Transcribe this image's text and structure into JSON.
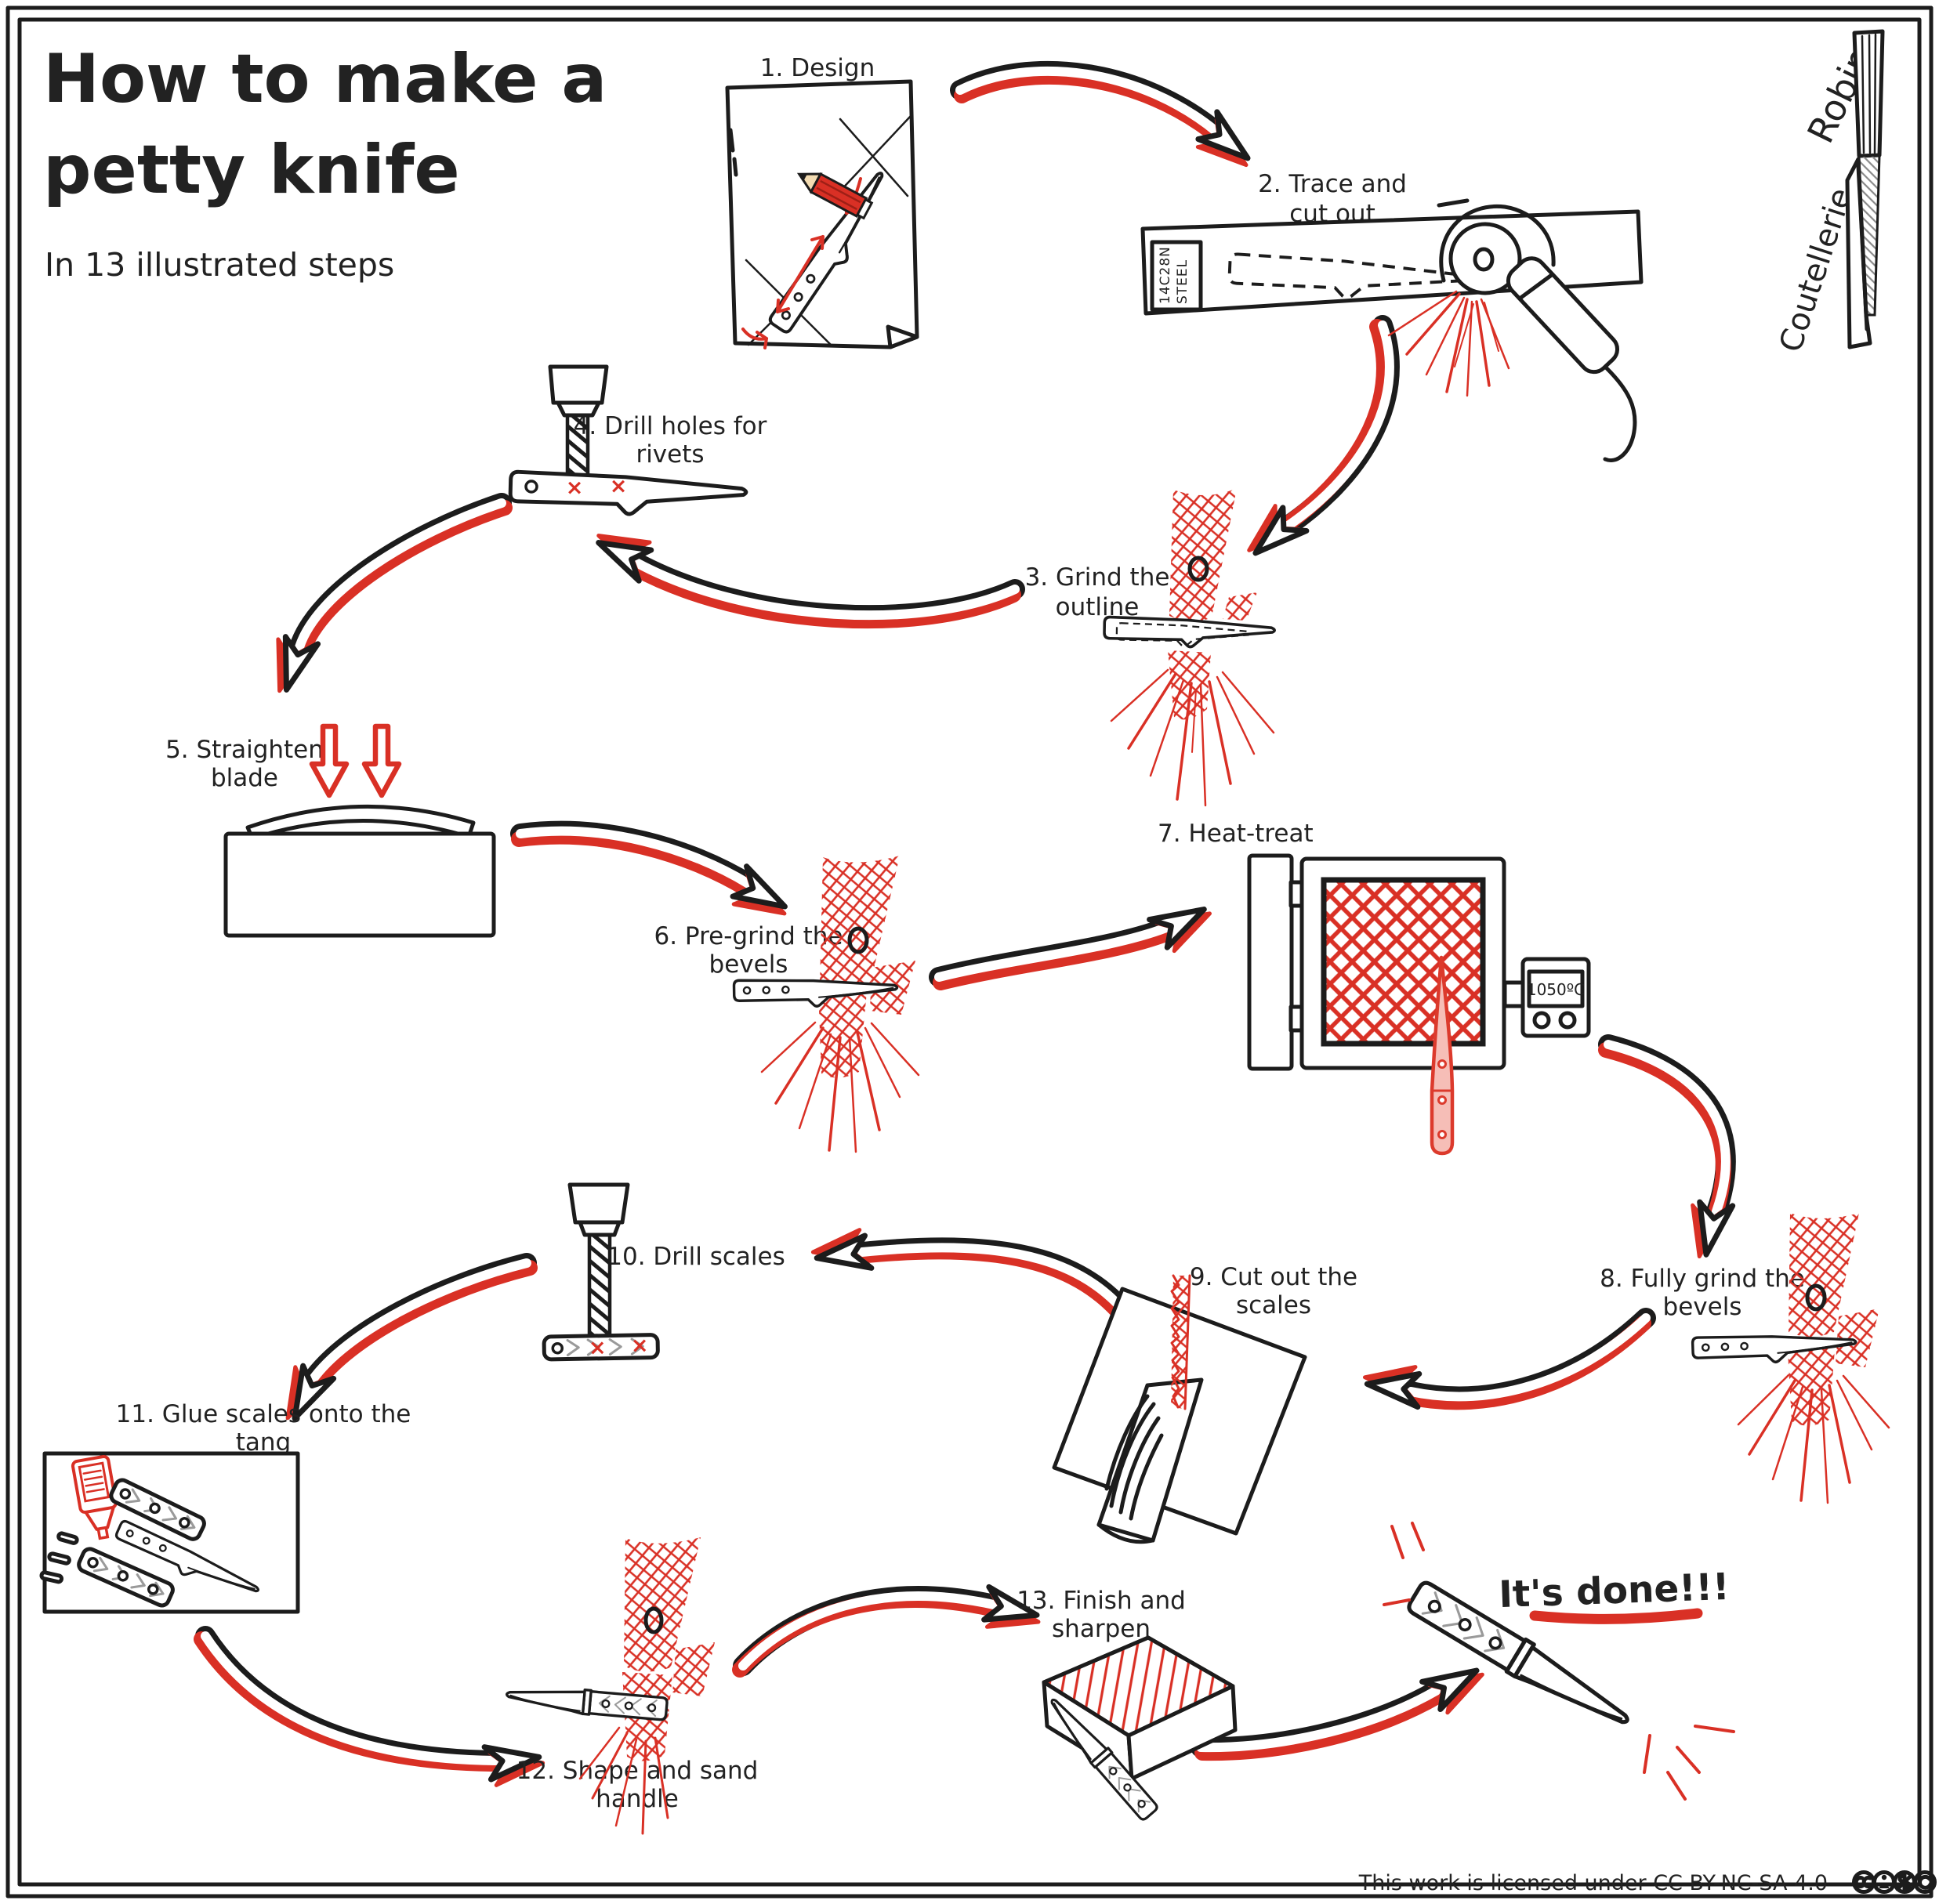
{
  "page": {
    "title_line1": "How to make a",
    "title_line2": "petty knife",
    "subtitle": "In 13 illustrated steps",
    "done_text": "It's done!!!",
    "license_text": "This work is licensed under CC BY-NC-SA 4.0"
  },
  "logo": {
    "brand_word_top": "Robin",
    "brand_word_bottom": "Coutellerie"
  },
  "steps": [
    {
      "l1": "1. Design",
      "l2": ""
    },
    {
      "l1": "2. Trace and",
      "l2": "cut out"
    },
    {
      "l1": "3. Grind the",
      "l2": "outline"
    },
    {
      "l1": "4. Drill holes for",
      "l2": "rivets"
    },
    {
      "l1": "5. Straighten",
      "l2": "blade"
    },
    {
      "l1": "6. Pre-grind the",
      "l2": "bevels"
    },
    {
      "l1": "7. Heat-treat",
      "l2": ""
    },
    {
      "l1": "8. Fully grind the",
      "l2": "bevels"
    },
    {
      "l1": "9. Cut out the",
      "l2": "scales"
    },
    {
      "l1": "10. Drill scales",
      "l2": ""
    },
    {
      "l1": "11. Glue scales onto the",
      "l2": "tang"
    },
    {
      "l1": "12. Shape and sand",
      "l2": "handle"
    },
    {
      "l1": "13. Finish and",
      "l2": "sharpen"
    }
  ],
  "annotations": {
    "steel_label_line1": "14C28N",
    "steel_label_line2": "STEEL",
    "oven_temperature": "1050ºC",
    "drill_mark": "×"
  },
  "license_icons": [
    "cc-icon",
    "by-icon",
    "nc-icon",
    "sa-icon"
  ],
  "colors": {
    "accent_red": "#d93025",
    "ink_black": "#1c1c1c",
    "paper_white": "#ffffff"
  }
}
